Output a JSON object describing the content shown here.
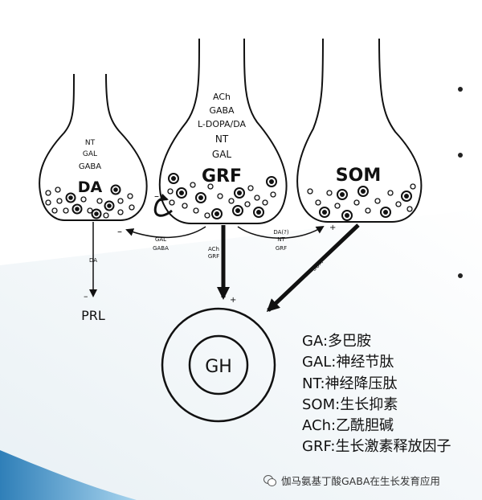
{
  "neurons": {
    "da": {
      "name": "DA",
      "contents": [
        "NT",
        "GAL",
        "GABA"
      ],
      "output_label": "DA",
      "output_sign": "–"
    },
    "grf": {
      "name": "GRF",
      "contents": [
        "ACh",
        "GABA",
        "L-DOPA/DA",
        "NT",
        "GAL"
      ],
      "self_sign": "–",
      "output_labels": [
        "ACh",
        "GRF"
      ],
      "output_sign": "+"
    },
    "som": {
      "name": "SOM",
      "output_label": "SOM"
    }
  },
  "connections": {
    "grf_to_da": {
      "labels": [
        "GAL",
        "GABA"
      ],
      "sign": "–"
    },
    "grf_to_som": {
      "labels": [
        "DA(?)",
        "NT",
        "GRF"
      ],
      "sign": "+"
    }
  },
  "targets": {
    "prl": "PRL",
    "gh": "GH"
  },
  "legend": [
    "GA:多巴胺",
    "GAL:神经节肽",
    "NT:神经降压肽",
    "SOM:生长抑素",
    "ACh:乙酰胆碱",
    "GRF:生长激素释放因子"
  ],
  "watermark": "伽马氨基丁酸GABA在生长发育应用"
}
